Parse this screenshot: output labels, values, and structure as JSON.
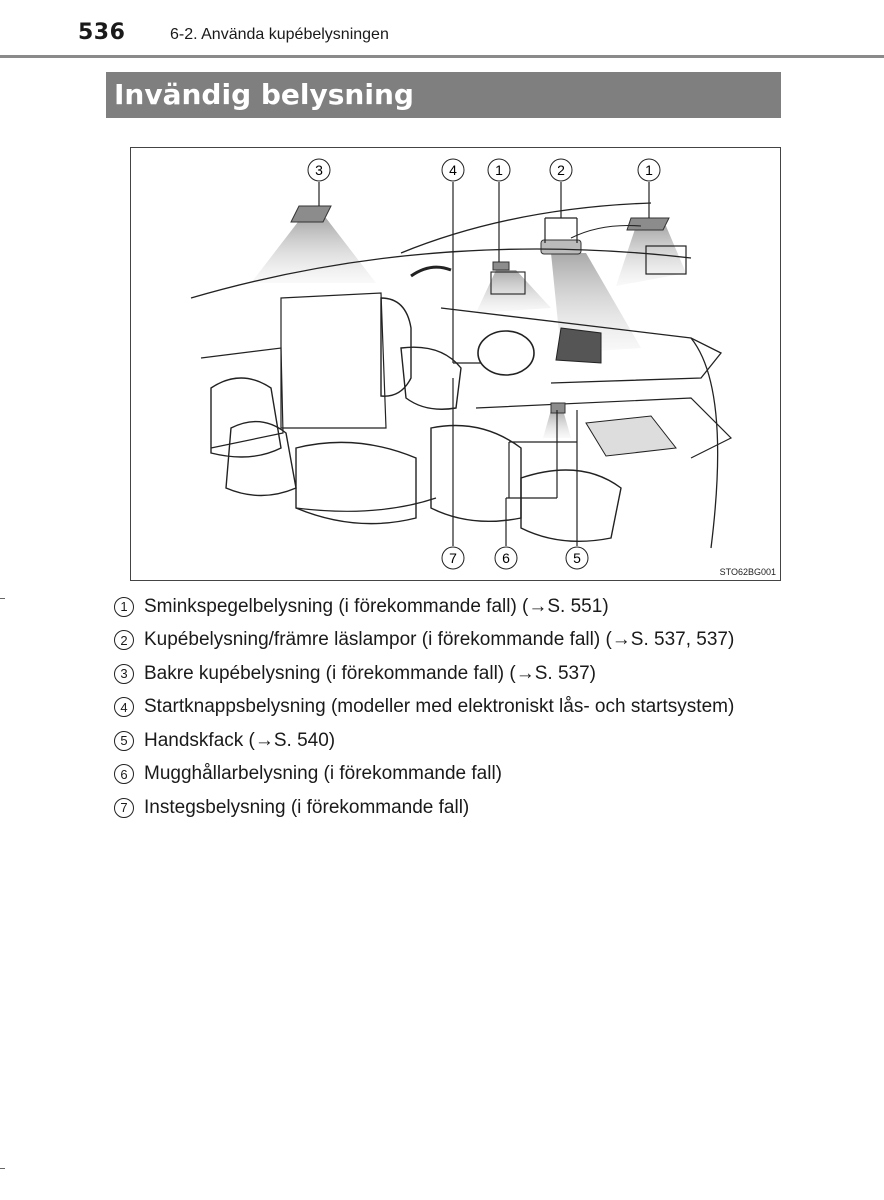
{
  "header": {
    "page_number": "536",
    "section": "6-2. Använda kupébelysningen"
  },
  "title": "Invändig belysning",
  "figure": {
    "callouts_top": [
      "3",
      "4",
      "1",
      "2",
      "1"
    ],
    "callouts_bottom": [
      "7",
      "6",
      "5"
    ],
    "code": "STO62BG001"
  },
  "legend": [
    {
      "num": "1",
      "text": "Sminkspegelbelysning (i förekommande fall) (→S. 551)"
    },
    {
      "num": "2",
      "text": "Kupébelysning/främre läslampor (i förekommande fall) (→S. 537, 537)"
    },
    {
      "num": "3",
      "text": "Bakre kupébelysning (i förekommande fall) (→S. 537)"
    },
    {
      "num": "4",
      "text": "Startknappsbelysning (modeller med elektroniskt lås- och startsystem)"
    },
    {
      "num": "5",
      "text": "Handskfack (→S. 540)"
    },
    {
      "num": "6",
      "text": "Mugghållarbelysning (i förekommande fall)"
    },
    {
      "num": "7",
      "text": "Instegsbelysning (i förekommande fall)"
    }
  ]
}
